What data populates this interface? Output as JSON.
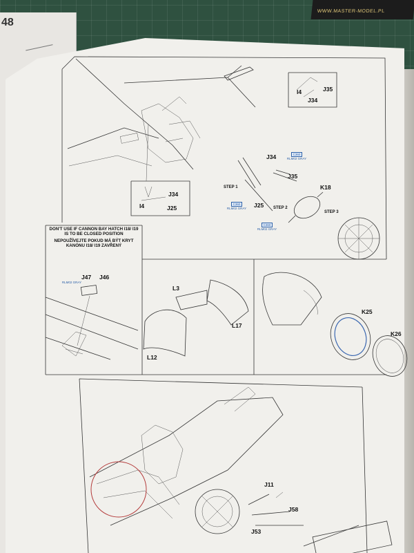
{
  "box_corner": {
    "text": "WWW.MASTER-MODEL.PL"
  },
  "under_page": {
    "page_number": "48"
  },
  "top_panel": {
    "labels": {
      "j35_top": "J35",
      "i4_top": "I4",
      "j34_top": "J34",
      "j34_mid": "J34",
      "j35_mid": "J35",
      "k18": "K18",
      "j25": "J25",
      "i4_inset": "I4",
      "j34_inset": "J34",
      "j25_inset": "J25"
    },
    "steps": {
      "step1": "STEP 1",
      "step2": "STEP 2",
      "step3": "STEP 3"
    },
    "paint_chip": "C360",
    "paint_name": "RLM02 GRAY"
  },
  "note": {
    "en": "DON'T USE IF CANNON BAY HATCH I18/ I19 IS TO BE CLOSED POSITION",
    "cz": "NEPOUŽÍVEJTE POKUD MÁ BÝT KRYT KANÓNU I18/ I19 ZAVŘENÝ"
  },
  "mid_left": {
    "j47": "J47",
    "j46": "J46",
    "paint": "RLM02 GRAY"
  },
  "mid_center": {
    "l3": "L3",
    "l17": "L17",
    "l12": "L12"
  },
  "mid_right": {
    "k25": "K25",
    "k26": "K26"
  },
  "bottom_panel": {
    "j11": "J11",
    "j58": "J58",
    "j53": "J53"
  }
}
